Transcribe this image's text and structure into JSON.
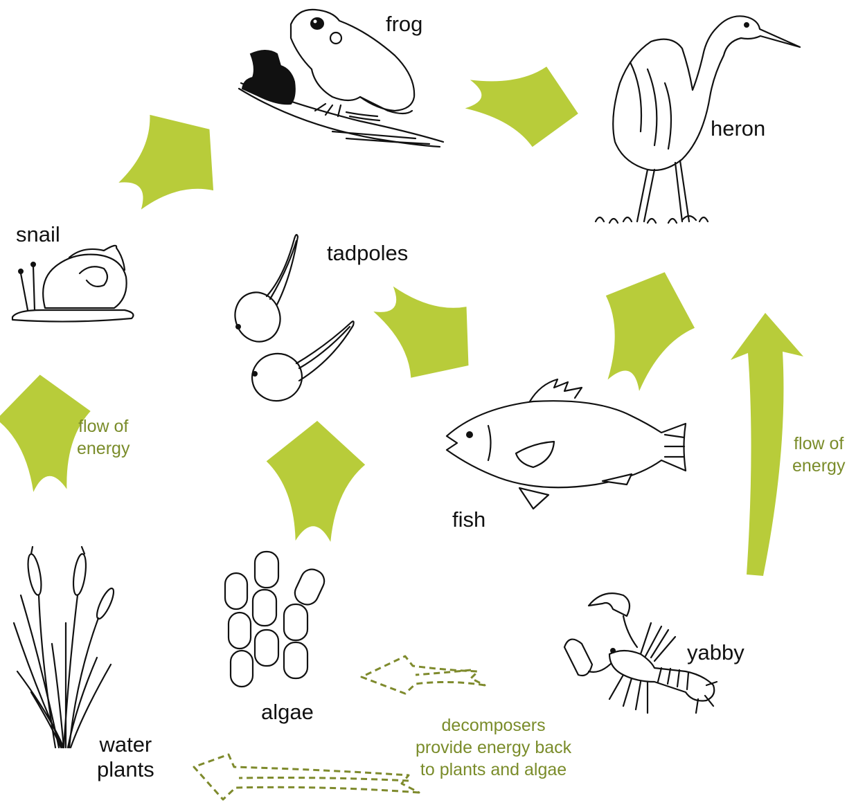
{
  "labels": {
    "frog": "frog",
    "heron": "heron",
    "snail": "snail",
    "tadpoles": "tadpoles",
    "fish": "fish",
    "yabby": "yabby",
    "algae": "algae",
    "water_plants": "water\nplants"
  },
  "notes": {
    "flow_left": "flow of\nenergy",
    "flow_right": "flow of\nenergy",
    "decomposers": "decomposers\nprovide energy back\nto plants and algae"
  },
  "colors": {
    "energy_arrow": "#b8cc3a",
    "decomposer_arrow": "#7e8a2c",
    "note_text": "#7a8c2a",
    "label_text": "#111111"
  }
}
